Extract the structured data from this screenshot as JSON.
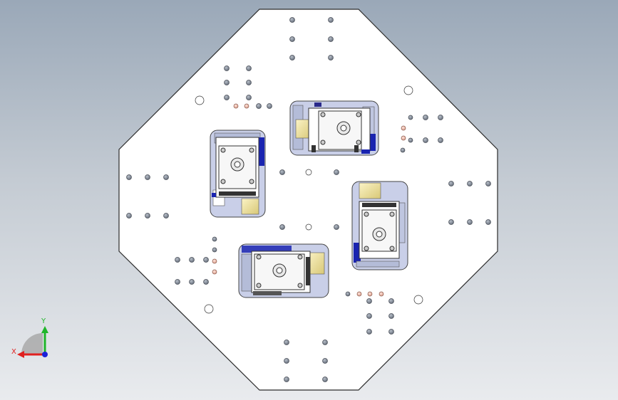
{
  "window": {
    "title": ""
  },
  "viewport": {
    "background_top": "#9aa8b8",
    "background_bottom": "#e9ebee",
    "plate_fill": "#ffffff",
    "plate_stroke": "#2b2b2b"
  },
  "triad": {
    "x_label": "X",
    "y_label": "Y",
    "x_color": "#e0201f",
    "y_color": "#1fb52a",
    "z_color": "#1b22d8"
  },
  "model": {
    "plate_shape": "octagon",
    "module_count": 4,
    "hole_color": "#7f8794",
    "pin_color": "#e9b0a2"
  }
}
